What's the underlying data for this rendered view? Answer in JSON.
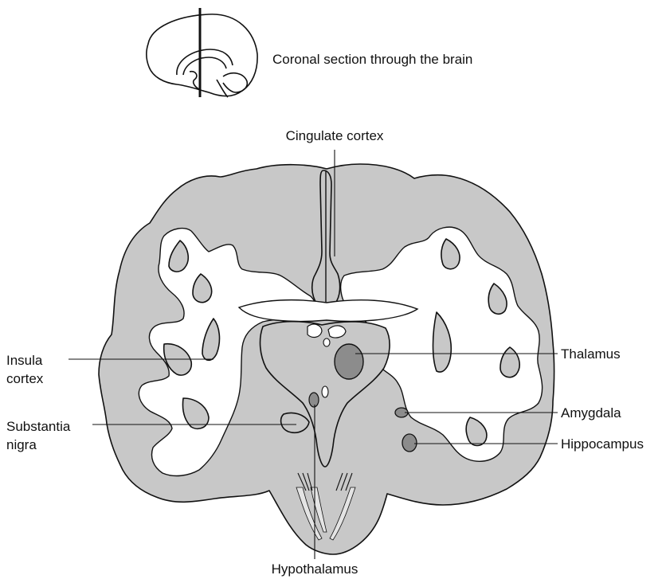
{
  "inset": {
    "caption": "Coronal section through the brain"
  },
  "labels": {
    "cingulate": "Cingulate cortex",
    "insula_line1": "Insula",
    "insula_line2": "cortex",
    "substantia_line1": "Substantia",
    "substantia_line2": "nigra",
    "thalamus": "Thalamus",
    "amygdala": "Amygdala",
    "hippocampus": "Hippocampus",
    "hypothalamus": "Hypothalamus"
  },
  "colors": {
    "gray_matter": "#c8c8c8",
    "white_matter": "#ffffff",
    "highlight": "#8c8c8c",
    "brainstem_light": "#e4e4e4",
    "ink": "#111111"
  }
}
